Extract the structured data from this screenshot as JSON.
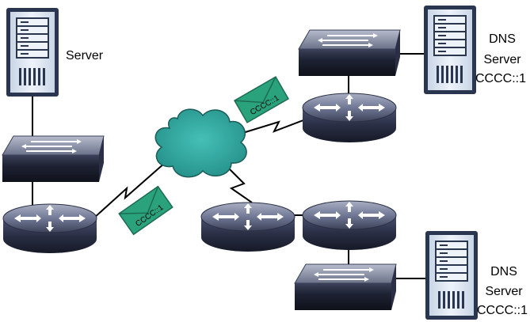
{
  "labels": {
    "server_left": "Server",
    "dns_top_line1": "DNS",
    "dns_top_line2": "Server",
    "dns_top_line3": "CCCC::1",
    "dns_bottom_line1": "DNS",
    "dns_bottom_line2": "Server",
    "dns_bottom_line3": "CCCC::1"
  },
  "packets": {
    "top_text": "CCCC::1",
    "left_text": "CCCC::1"
  },
  "colors": {
    "envelope_fill": "#2aa37d",
    "envelope_stroke": "#1d6b52",
    "cloud_fill": "#2fa29a",
    "cloud_stroke": "#1b5c58",
    "device_dark": "#1e2233",
    "device_mid": "#3c4258",
    "device_light": "#7c839a",
    "server_frame": "#2a3550",
    "server_panel": "#d8e3f0",
    "link": "#000000"
  },
  "icons": {
    "router": "router-icon",
    "switch": "switch-icon",
    "server": "server-icon",
    "cloud": "cloud-icon",
    "envelope": "envelope-icon"
  }
}
